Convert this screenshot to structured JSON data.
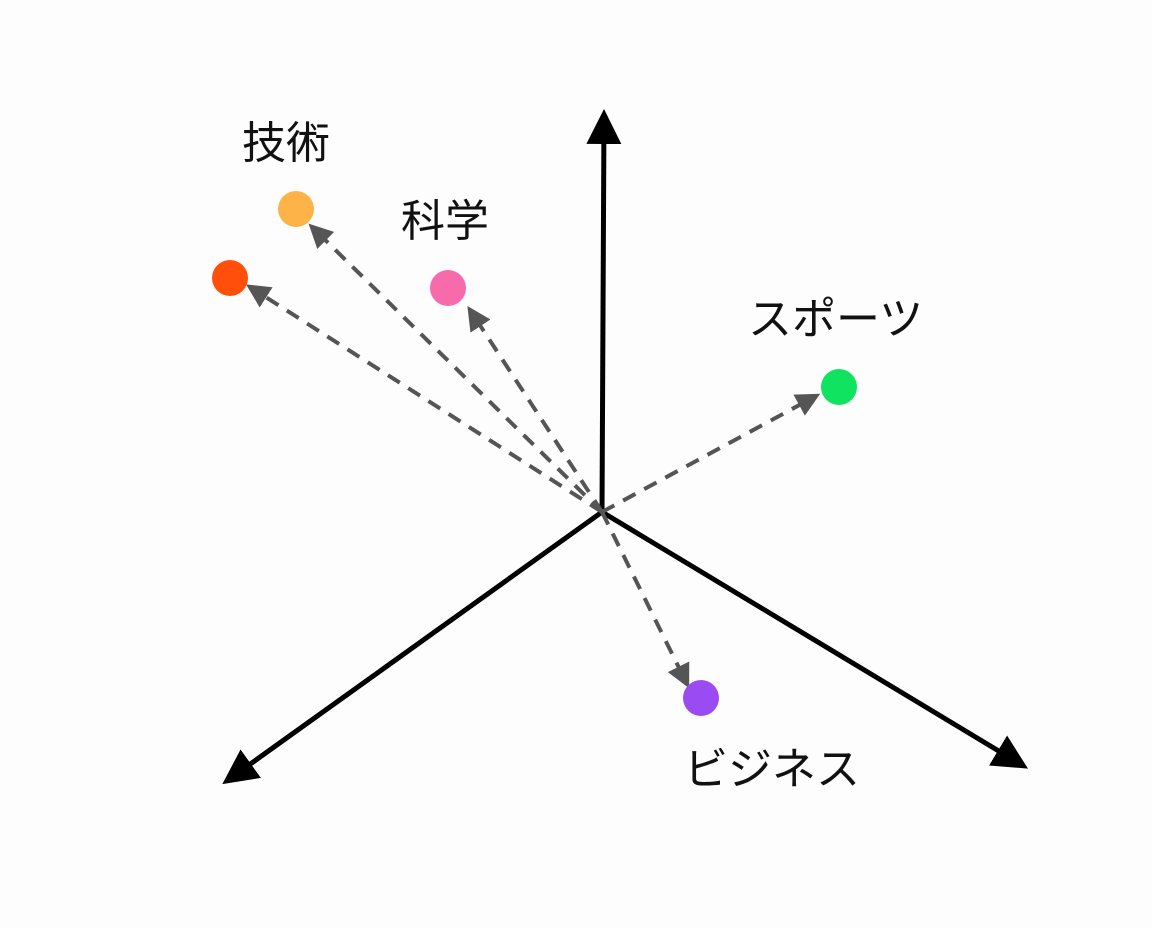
{
  "diagram": {
    "labels": {
      "technology": "技術",
      "science": "科学",
      "sports": "スポーツ",
      "business": "ビジネス"
    },
    "colors": {
      "axis": "#000000",
      "vector": "#555555",
      "technology_dot": "#FDB347",
      "unlabeled_dot": "#FF4F0A",
      "science_dot": "#F86BAA",
      "sports_dot": "#0FE35F",
      "business_dot": "#9A4BF2"
    },
    "points": [
      {
        "name": "technology",
        "label_key": "technology"
      },
      {
        "name": "unlabeled",
        "label_key": ""
      },
      {
        "name": "science",
        "label_key": "science"
      },
      {
        "name": "sports",
        "label_key": "sports"
      },
      {
        "name": "business",
        "label_key": "business"
      }
    ]
  }
}
